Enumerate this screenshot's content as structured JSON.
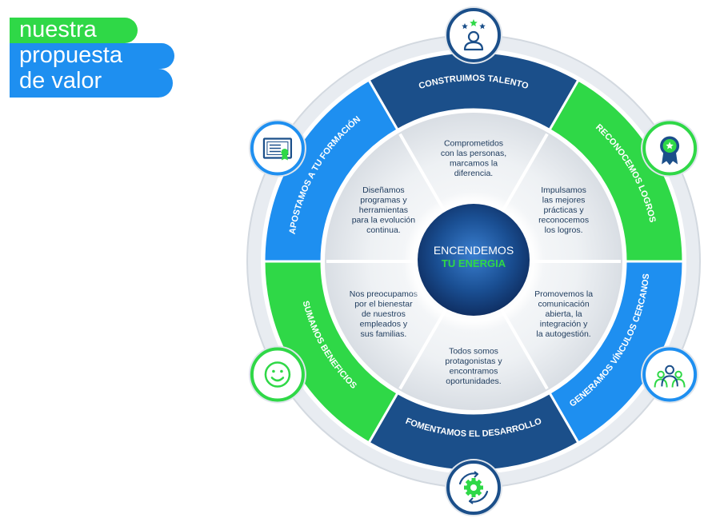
{
  "title": {
    "line1": "nuestra",
    "line2": "propuesta",
    "line3": "de valor"
  },
  "center": {
    "line1": "ENCENDEMOS",
    "line2": "TU ENERGIA"
  },
  "segments": [
    {
      "label": "CONSTRUIMOS TALENTO",
      "icon": "person-stars-icon",
      "color": "#1b4f8a",
      "text": [
        "Comprometidos",
        "con las personas,",
        "marcamos la",
        "diferencia."
      ]
    },
    {
      "label": "RECONOCEMOS LOGROS",
      "icon": "award-medal-icon",
      "color": "#2fd847",
      "text": [
        "Impulsamos",
        "las mejores",
        "prácticas y",
        "reconocemos",
        "los logros."
      ]
    },
    {
      "label": "GENERAMOS VÍNCULOS CERCANOS",
      "icon": "people-group-icon",
      "color": "#1e8ff0",
      "text": [
        "Promovemos la",
        "comunicación",
        "abierta, la",
        "integración y",
        "la autogestión."
      ]
    },
    {
      "label": "FOMENTAMOS EL DESARROLLO",
      "icon": "gear-cycle-icon",
      "color": "#1b4f8a",
      "text": [
        "Todos somos",
        "protagonistas y",
        "encontramos",
        "oportunidades."
      ]
    },
    {
      "label": "SUMAMOS BENEFICIOS",
      "icon": "smiley-icon",
      "color": "#2fd847",
      "text": [
        "Nos preocupamos",
        "por el bienestar",
        "de nuestros",
        "empleados y",
        "sus familias."
      ]
    },
    {
      "label": "APOSTAMOS A TU FORMACIÓN",
      "icon": "certificate-icon",
      "color": "#1e8ff0",
      "text": [
        "Diseñamos",
        "programas y",
        "herramientas",
        "para la evolución",
        "continua."
      ]
    }
  ],
  "colors": {
    "navy": "#1b4f8a",
    "green": "#2fd847",
    "blue": "#1e8ff0",
    "text": "#1d3a5c"
  }
}
